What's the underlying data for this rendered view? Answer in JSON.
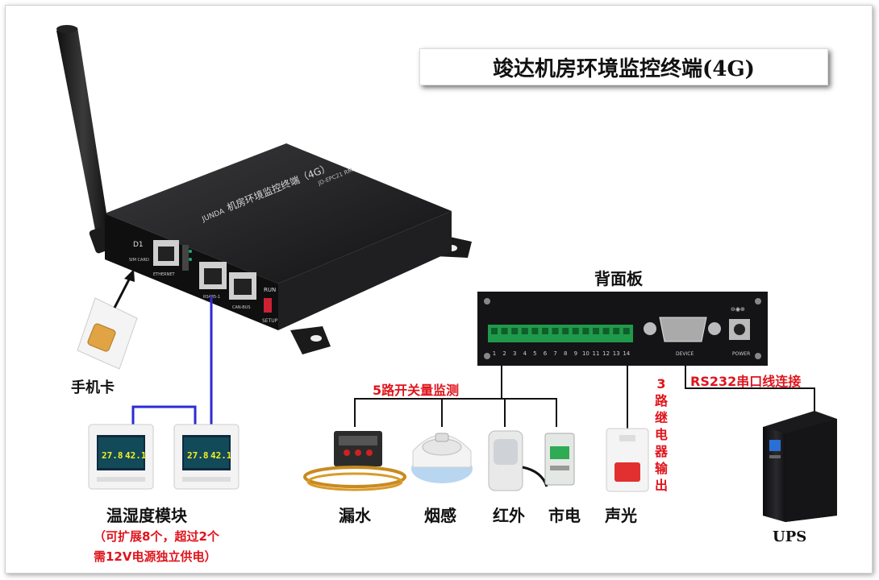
{
  "title": "竣达机房环境监控终端(4G)",
  "device": {
    "brand": "JUNDA",
    "model_text": "机房环境监控终端（4G）",
    "model_code": "JD-EPC21 RM",
    "ports": {
      "d1": "D1",
      "sim": "SIM CARD",
      "ethernet": "ETHERNET",
      "rs485": "RS485-1",
      "canbus": "CAN-BUS",
      "run": "RUN",
      "setup": "SETUP"
    }
  },
  "labels": {
    "sim_card": "手机卡",
    "back_panel": "背面板",
    "switch_monitor": "5路开关量监测",
    "relay_output": "3路继电器输出",
    "rs232": "RS232串口线连接",
    "ups": "UPS",
    "temp_module": "温湿度模块",
    "expand_note_1": "（可扩展8个，超过2个",
    "expand_note_2": "需12V电源独立供电）"
  },
  "back_panel": {
    "terminal_numbers": [
      "1",
      "2",
      "3",
      "4",
      "5",
      "6",
      "7",
      "8",
      "9",
      "10",
      "11",
      "12",
      "13",
      "14"
    ],
    "device_label": "DEVICE",
    "power_label": "POWER"
  },
  "sensors": [
    "漏水",
    "烟感",
    "红外",
    "市电",
    "声光"
  ],
  "th_module": {
    "temp": "27.8",
    "hum": "42.1"
  },
  "colors": {
    "wire_blue": "#2b2bd6",
    "wire_black": "#111111",
    "accent_red": "#e0141c"
  }
}
